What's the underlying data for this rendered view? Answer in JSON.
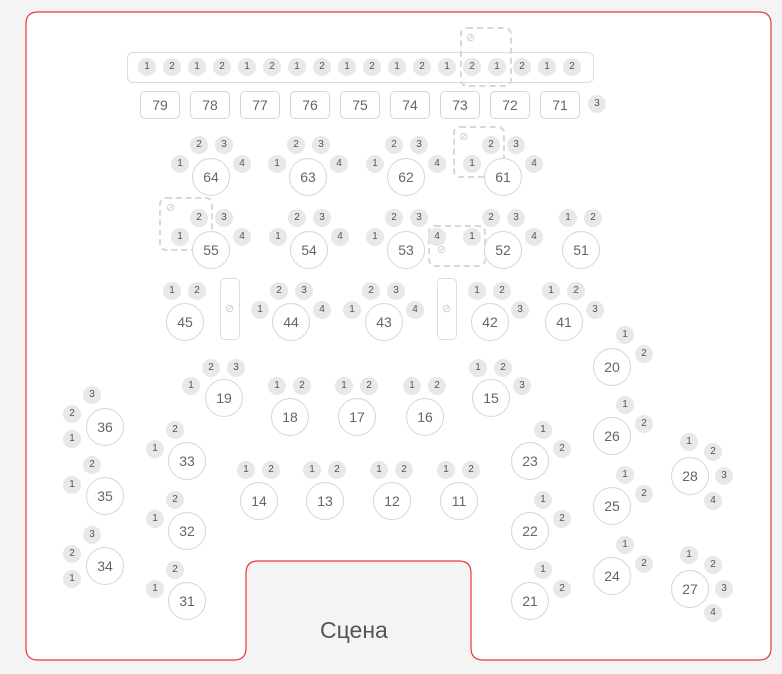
{
  "stage": {
    "label": "Сцена"
  },
  "colors": {
    "border": "#e53935",
    "seat": "#e8e8e8",
    "table_border": "#d6d6d6"
  },
  "bar_seats": [
    "1",
    "2",
    "1",
    "2",
    "1",
    "2",
    "1",
    "2",
    "1",
    "2",
    "1",
    "2",
    "1",
    "2",
    "1",
    "2",
    "1",
    "2"
  ],
  "rect_tables": [
    "79",
    "78",
    "77",
    "76",
    "75",
    "74",
    "73",
    "72",
    "71"
  ],
  "rect_extra_seat": "3",
  "hidden_icon": "eye-slash-icon",
  "tables": [
    {
      "label": "64",
      "seats": [
        "2",
        "3",
        "1",
        "4"
      ]
    },
    {
      "label": "63",
      "seats": [
        "2",
        "3",
        "1",
        "4"
      ]
    },
    {
      "label": "62",
      "seats": [
        "2",
        "3",
        "1",
        "4"
      ]
    },
    {
      "label": "61",
      "seats": [
        "2",
        "3",
        "1",
        "4"
      ]
    },
    {
      "label": "55",
      "seats": [
        "2",
        "3",
        "1",
        "4"
      ]
    },
    {
      "label": "54",
      "seats": [
        "2",
        "3",
        "1",
        "4"
      ]
    },
    {
      "label": "53",
      "seats": [
        "2",
        "3",
        "1",
        "4"
      ]
    },
    {
      "label": "52",
      "seats": [
        "2",
        "3",
        "1",
        "4"
      ]
    },
    {
      "label": "51",
      "seats": [
        "1",
        "2"
      ]
    },
    {
      "label": "45",
      "seats": [
        "1",
        "2"
      ]
    },
    {
      "label": "44",
      "seats": [
        "2",
        "3",
        "1",
        "4"
      ]
    },
    {
      "label": "43",
      "seats": [
        "2",
        "3",
        "1",
        "4"
      ]
    },
    {
      "label": "42",
      "seats": [
        "1",
        "2",
        "3"
      ]
    },
    {
      "label": "41",
      "seats": [
        "1",
        "2",
        "3"
      ]
    },
    {
      "label": "19",
      "seats": [
        "2",
        "3",
        "1"
      ]
    },
    {
      "label": "18",
      "seats": [
        "1",
        "2"
      ]
    },
    {
      "label": "17",
      "seats": [
        "1",
        "2"
      ]
    },
    {
      "label": "16",
      "seats": [
        "1",
        "2"
      ]
    },
    {
      "label": "15",
      "seats": [
        "1",
        "2",
        "3"
      ]
    },
    {
      "label": "20",
      "seats": [
        "1",
        "2"
      ]
    },
    {
      "label": "26",
      "seats": [
        "1",
        "2"
      ]
    },
    {
      "label": "25",
      "seats": [
        "1",
        "2"
      ]
    },
    {
      "label": "24",
      "seats": [
        "1",
        "2"
      ]
    },
    {
      "label": "28",
      "seats": [
        "1",
        "2",
        "3",
        "4"
      ]
    },
    {
      "label": "27",
      "seats": [
        "1",
        "2",
        "3",
        "4"
      ]
    },
    {
      "label": "23",
      "seats": [
        "1",
        "2"
      ]
    },
    {
      "label": "22",
      "seats": [
        "1",
        "2"
      ]
    },
    {
      "label": "21",
      "seats": [
        "1",
        "2"
      ]
    },
    {
      "label": "36",
      "seats": [
        "3",
        "2",
        "1"
      ]
    },
    {
      "label": "35",
      "seats": [
        "2",
        "1"
      ]
    },
    {
      "label": "34",
      "seats": [
        "3",
        "2",
        "1"
      ]
    },
    {
      "label": "33",
      "seats": [
        "2",
        "1"
      ]
    },
    {
      "label": "32",
      "seats": [
        "2",
        "1"
      ]
    },
    {
      "label": "31",
      "seats": [
        "2",
        "1"
      ]
    },
    {
      "label": "14",
      "seats": [
        "1",
        "2"
      ]
    },
    {
      "label": "13",
      "seats": [
        "1",
        "2"
      ]
    },
    {
      "label": "12",
      "seats": [
        "1",
        "2"
      ]
    },
    {
      "label": "11",
      "seats": [
        "1",
        "2"
      ]
    }
  ]
}
